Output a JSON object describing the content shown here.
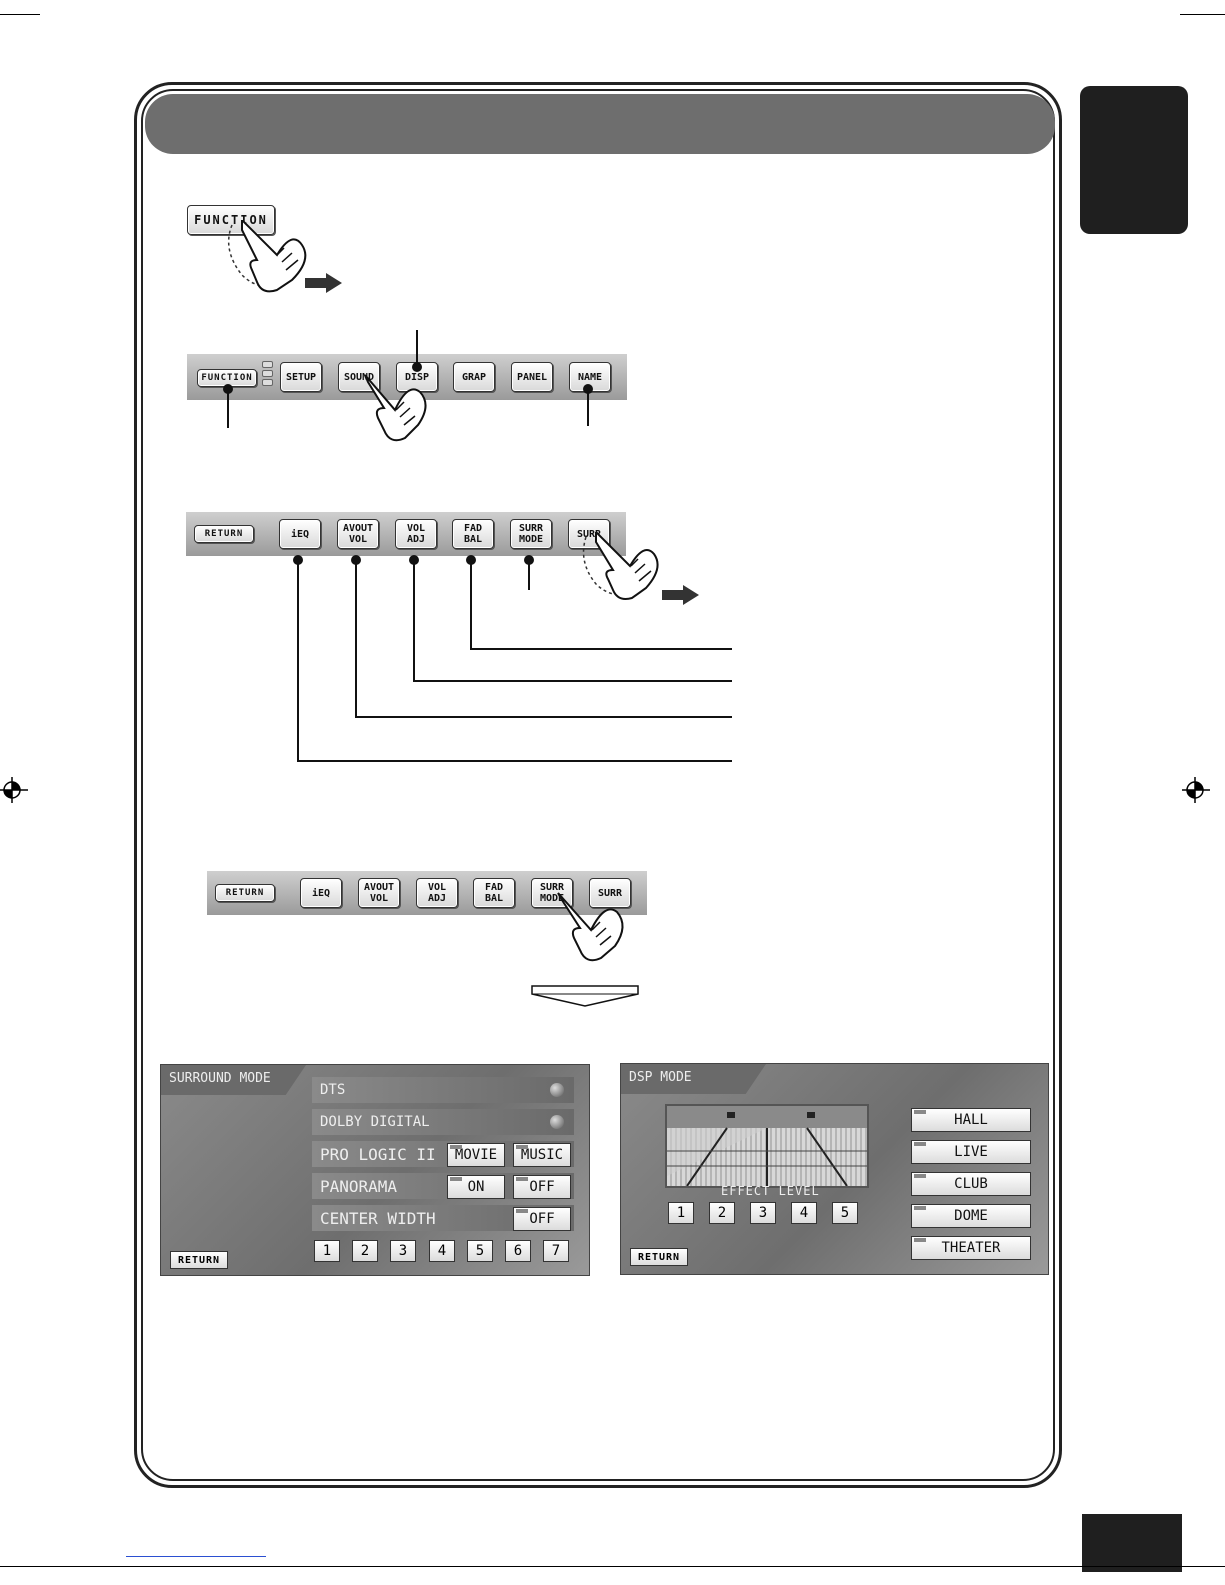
{
  "step1": {
    "function_label": "FUNCTION"
  },
  "function_menu": {
    "function_label": "FUNCTION",
    "buttons": [
      "SETUP",
      "SOUND",
      "DISP",
      "GRAP",
      "PANEL",
      "NAME"
    ]
  },
  "sound_menu": {
    "return_label": "RETURN",
    "buttons": [
      "iEQ",
      "AVOUT\nVOL",
      "VOL\nADJ",
      "FAD\nBAL",
      "SURR\nMODE",
      "SURR"
    ]
  },
  "sound_menu_2": {
    "return_label": "RETURN",
    "buttons": [
      "iEQ",
      "AVOUT\nVOL",
      "VOL\nADJ",
      "FAD\nBAL",
      "SURR\nMODE",
      "SURR"
    ]
  },
  "surround_screen": {
    "title": "SURROUND MODE",
    "rows": {
      "dts": "DTS",
      "dolby": "DOLBY DIGITAL",
      "pro_logic": "PRO LOGIC II",
      "panorama": "PANORAMA",
      "center_width": "CENTER WIDTH"
    },
    "movie": "MOVIE",
    "music": "MUSIC",
    "on": "ON",
    "off": "OFF",
    "off2": "OFF",
    "levels": [
      "1",
      "2",
      "3",
      "4",
      "5",
      "6",
      "7"
    ],
    "return_label": "RETURN"
  },
  "dsp_screen": {
    "title": "DSP MODE",
    "effect_level": "EFFECT LEVEL",
    "levels": [
      "1",
      "2",
      "3",
      "4",
      "5"
    ],
    "modes": [
      "HALL",
      "LIVE",
      "CLUB",
      "DOME",
      "THEATER"
    ],
    "return_label": "RETURN"
  }
}
